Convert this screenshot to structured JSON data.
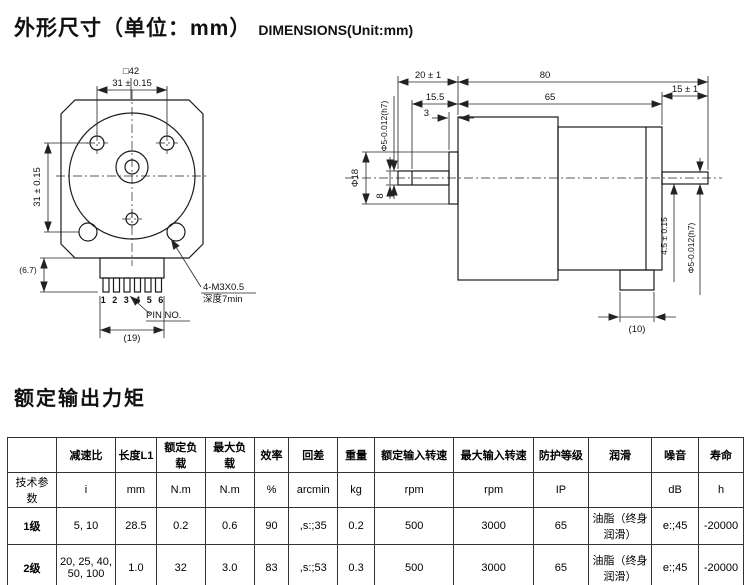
{
  "page": {
    "title_cn": "外形尺寸（单位：mm）",
    "title_en": "DIMENSIONS(Unit:mm)",
    "section2_title": "额定输出力矩"
  },
  "front_view": {
    "square": "□42",
    "width_dim": "31 ± 0.15",
    "height_dim": "31 ± 0.15",
    "corner_note": "(6.7)",
    "pins": "1 2 3 4 5 6",
    "tap_note_line1": "4-M3X0.5",
    "tap_note_line2": "深度7min",
    "pin_no": "PIN NO.",
    "bottom_dim": "(19)"
  },
  "side_view": {
    "dim_20": "20 ± 1",
    "dim_80": "80",
    "dim_15_5": "15.5",
    "dim_65": "65",
    "dim_15": "15 ± 1",
    "dim_3": "3",
    "shaft_front": "Φ5-0.012(h7)",
    "dim_phi18": "Φ18",
    "dim_8": "8",
    "dim_4_5": "4.5 ± 0.15",
    "shaft_rear": "Φ5-0.012(h7)",
    "dim_10": "(10)"
  },
  "table": {
    "row_axis_label": "技术参数",
    "headers": [
      "减速比",
      "长度L1",
      "额定负载",
      "最大负载",
      "效率",
      "回差",
      "重量",
      "额定输入转速",
      "最大输入转速",
      "防护等级",
      "润滑",
      "噪音",
      "寿命"
    ],
    "units": [
      "i",
      "mm",
      "N.m",
      "N.m",
      "%",
      "arcmin",
      "kg",
      "rpm",
      "rpm",
      "IP",
      "",
      "dB",
      "h"
    ],
    "rows": [
      {
        "label": "1级",
        "values": [
          "5, 10",
          "28.5",
          "0.2",
          "0.6",
          "90",
          ",s:;35",
          "0.2",
          "500",
          "3000",
          "65",
          "油脂（终身润滑）",
          "e:;45",
          "-20000"
        ]
      },
      {
        "label": "2级",
        "values": [
          "20, 25, 40, 50, 100",
          "1.0",
          "32",
          "3.0",
          "83",
          ",s:;53",
          "0.3",
          "500",
          "3000",
          "65",
          "油脂（终身润滑）",
          "e:;45",
          "-20000"
        ]
      }
    ]
  }
}
